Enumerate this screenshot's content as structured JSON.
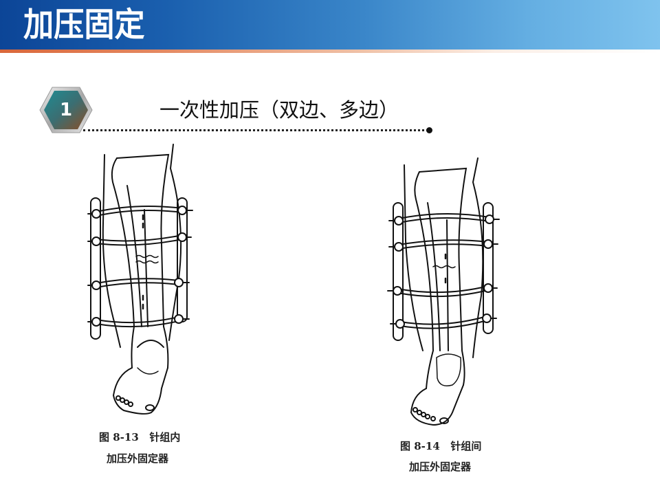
{
  "header": {
    "title": "加压固定",
    "gradient_start": "#0c4597",
    "gradient_end": "#7fc3ee",
    "accent_line_color": "#d9673a"
  },
  "section": {
    "number": "1",
    "title": "一次性加压（双边、多边）"
  },
  "figures": [
    {
      "id": "fig-8-13",
      "caption_line1": "图 8-13   针组内",
      "caption_line2": "加压外固定器"
    },
    {
      "id": "fig-8-14",
      "caption_line1": "图 8-14   针组间",
      "caption_line2": "加压外固定器"
    }
  ]
}
